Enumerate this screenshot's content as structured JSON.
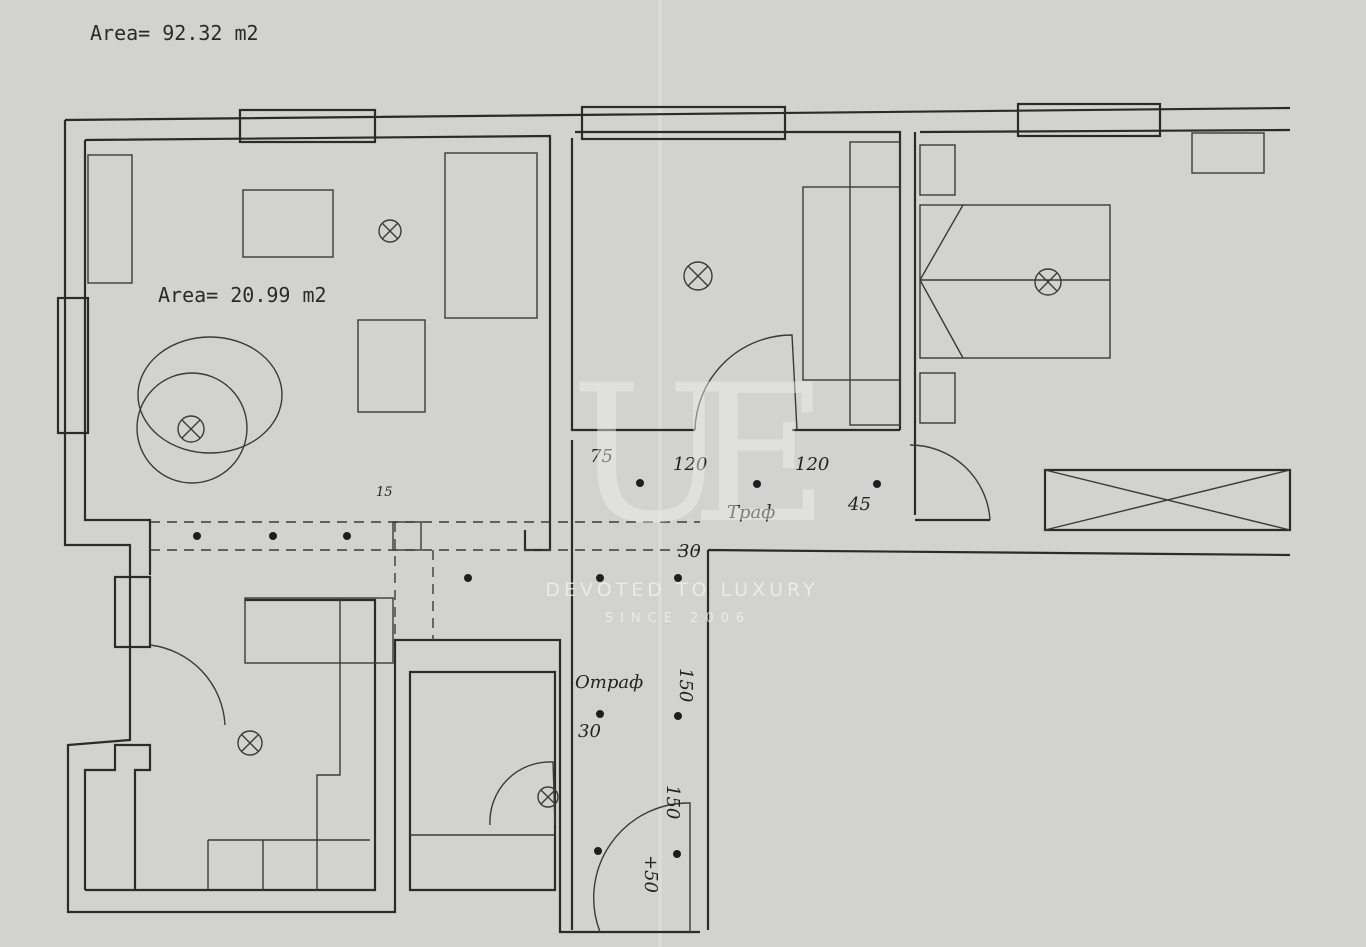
{
  "plan": {
    "total_area": "Area= 92.32 m2",
    "room_area": "Area= 20.99 m2"
  },
  "annotations": {
    "d75": "75",
    "d120a": "120",
    "d120b": "120",
    "d45": "45",
    "traf": "Траф",
    "d30a": "30",
    "d150a": "150",
    "otraf": "Отраф",
    "d30b": "30",
    "d150b": "150",
    "d50": "+50",
    "d15": "15"
  },
  "watermark": {
    "logo": "UE",
    "tagline": "DEVOTED TO LUXURY",
    "since": "SINCE 2006"
  }
}
